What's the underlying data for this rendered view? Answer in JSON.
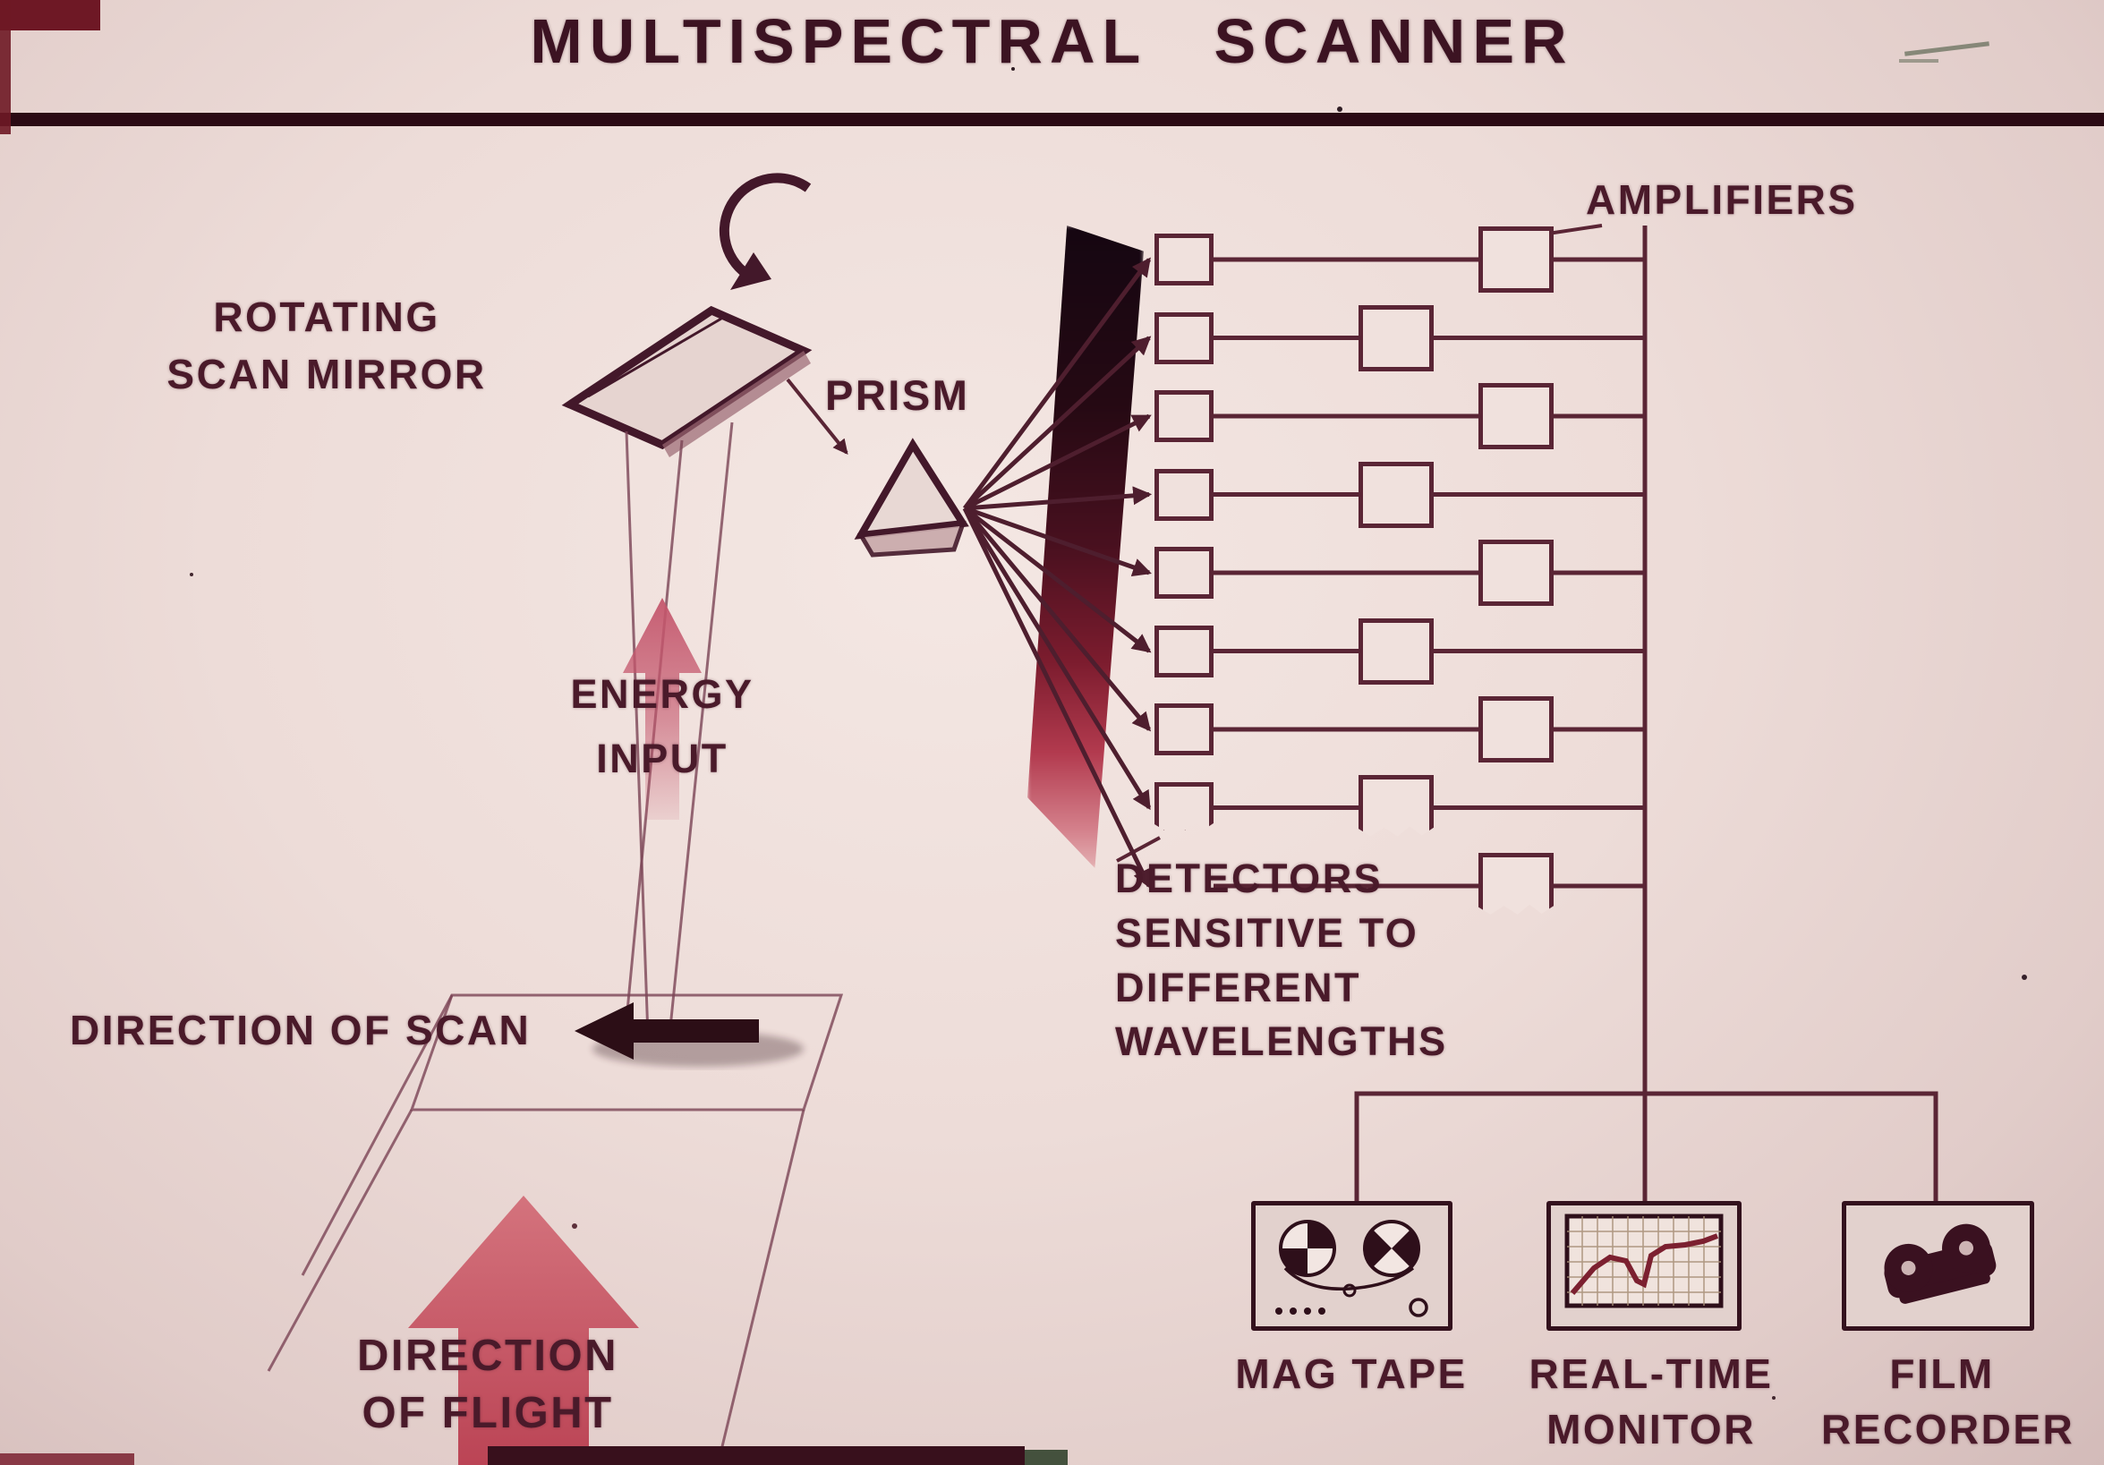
{
  "title": "MULTISPECTRAL SCANNER",
  "labels": {
    "rotating_scan_mirror": [
      "ROTATING",
      "SCAN MIRROR"
    ],
    "prism": "PRISM",
    "energy_input": [
      "ENERGY",
      "INPUT"
    ],
    "direction_of_scan": "DIRECTION OF SCAN",
    "direction_of_flight": [
      "DIRECTION",
      "OF FLIGHT"
    ],
    "amplifiers": "AMPLIFIERS",
    "detectors_caption": [
      "DETECTORS",
      "SENSITIVE TO",
      "DIFFERENT",
      "WAVELENGTHS"
    ]
  },
  "outputs": [
    {
      "id": "mag-tape",
      "label_lines": [
        "MAG TAPE"
      ]
    },
    {
      "id": "real-time-monitor",
      "label_lines": [
        "REAL-TIME",
        "MONITOR"
      ]
    },
    {
      "id": "film-recorder",
      "label_lines": [
        "FILM",
        "RECORDER"
      ]
    }
  ],
  "schematic": {
    "channels": 9,
    "detector_boxes": 8,
    "amplifier_boxes": 9
  },
  "colors": {
    "background": "#ecdbd7",
    "ink": "#4a1a2a",
    "line": "#5a2535",
    "arrow_red": "#c05468",
    "spectrum_top": "#150611",
    "spectrum_bottom": "#d4808b"
  }
}
